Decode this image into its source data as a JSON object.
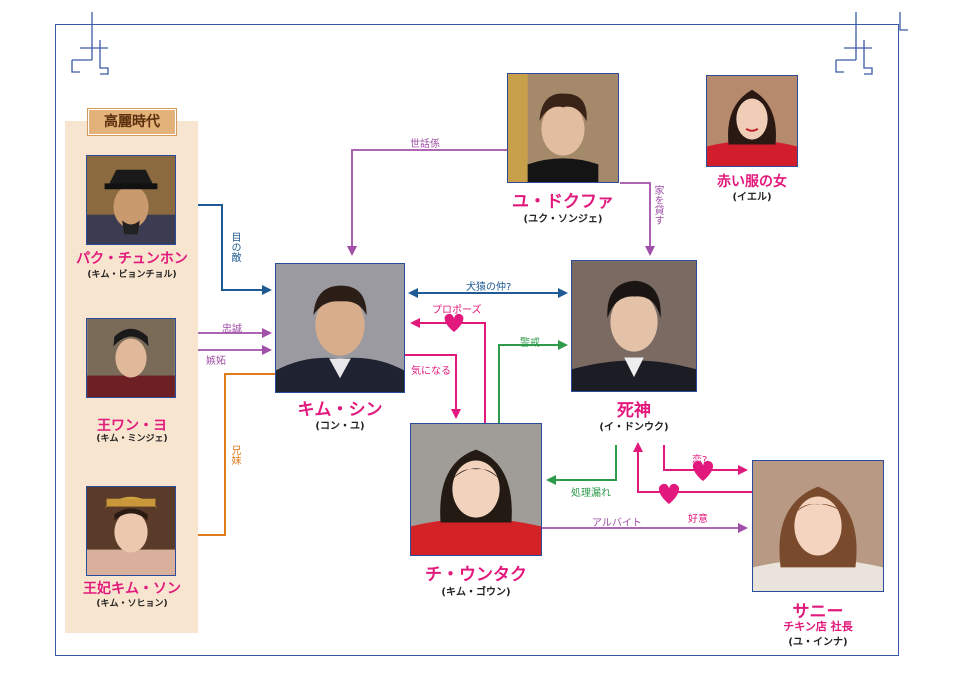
{
  "panel": {
    "title": "高麗時代"
  },
  "people": {
    "park": {
      "name": "パク・チュンホン",
      "actor": "(キム・ビョンチョル)"
    },
    "wang": {
      "name": "王ワン・ヨ",
      "actor": "(キム・ミンジェ)"
    },
    "queen": {
      "name": "王妃キム・ソン",
      "actor": "(キム・ソヒョン)"
    },
    "kimshin": {
      "name": "キム・シン",
      "actor": "(コン・ユ)"
    },
    "duk": {
      "name": "ユ・ドクファ",
      "actor": "(ユク・ソンジェ)"
    },
    "red": {
      "name": "赤い服の女",
      "actor": "(イエル)"
    },
    "reaper": {
      "name": "死神",
      "actor": "(イ・ドンウク)"
    },
    "euntak": {
      "name": "チ・ウンタク",
      "actor": "(キム・ゴウン)"
    },
    "sunny": {
      "name": "サニー",
      "role": "チキン店 社長",
      "actor": "(ユ・インナ)"
    }
  },
  "relations": {
    "enemy": "目の敵",
    "loyalty": "忠誠",
    "jealousy": "嫉妬",
    "siblings": "兄妹",
    "caretaker": "世話係",
    "lends_house": "家を貸す",
    "rivals": "犬猿の仲?",
    "proposal": "プロポーズ",
    "curious": "気になる",
    "wary": "警戒",
    "missed": "処理漏れ",
    "love": "恋?",
    "fondness": "好意",
    "parttime": "アルバイト"
  },
  "colors": {
    "frame": "#3a5aa8",
    "name": "#e2197c",
    "purple": "#a050a8",
    "blue": "#1f5a94",
    "orange": "#e07b1a",
    "green": "#2e9a4a",
    "magenta": "#e2197c",
    "panel": "#f8e5cf"
  }
}
